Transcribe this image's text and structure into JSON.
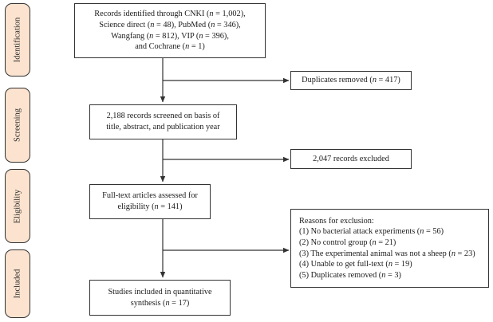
{
  "stages": [
    {
      "id": "identification",
      "label": "Identification"
    },
    {
      "id": "screening",
      "label": "Screening"
    },
    {
      "id": "eligibility",
      "label": "Eligibility"
    },
    {
      "id": "included",
      "label": "Included"
    }
  ],
  "boxes": {
    "records_identified": {
      "lines": [
        "Records identified through CNKI (n = 1,002),",
        "Science direct (n = 48), PubMed (n = 346),",
        "Wangfang (n = 812), VIP (n = 396),",
        "and Cochrane (n = 1)"
      ]
    },
    "duplicates_removed": {
      "lines": [
        "Duplicates removed (n = 417)"
      ]
    },
    "records_screened": {
      "lines": [
        "2,188 records screened on basis of",
        "title, abstract, and publication year"
      ]
    },
    "records_excluded": {
      "lines": [
        "2,047 records excluded"
      ]
    },
    "fulltext_assessed": {
      "lines": [
        "Full-text articles assessed for",
        "eligibility (n = 141)"
      ]
    },
    "reasons_exclusion": {
      "lines": [
        "Reasons for exclusion:",
        "(1) No bacterial attack experiments (n = 56)",
        "(2) No control group (n = 21)",
        "(3) The experimental animal was not a sheep (n = 23)",
        "(4) Unable to get full-text (n = 19)",
        "(5) Duplicates removed (n = 3)"
      ]
    },
    "studies_included": {
      "lines": [
        "Studies included in quantitative",
        "synthesis (n = 17)"
      ]
    }
  },
  "colors": {
    "stage_fill": "#fbe3cf",
    "stroke": "#333333",
    "box_fill": "#ffffff"
  }
}
